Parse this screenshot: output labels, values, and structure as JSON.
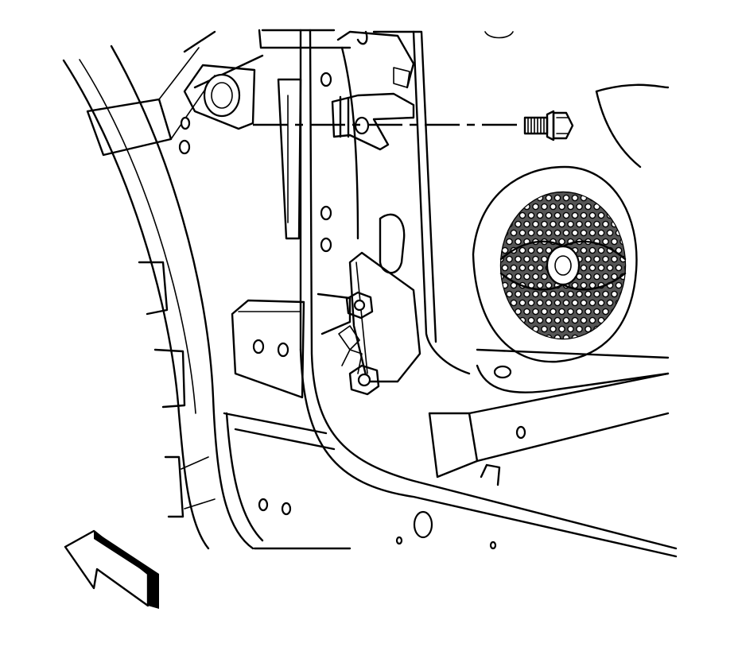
{
  "diagram": {
    "kind": "service-illustration",
    "components": [
      {
        "id": "door-frame",
        "icon": "door-frame-outline"
      },
      {
        "id": "speaker-grille",
        "icon": "speaker-grille-icon"
      },
      {
        "id": "hinge-bracket",
        "icon": "bracket-icon"
      },
      {
        "id": "bolt",
        "icon": "bolt-icon"
      },
      {
        "id": "nut-upper",
        "icon": "hex-nut-icon"
      },
      {
        "id": "nut-lower",
        "icon": "hex-nut-icon"
      },
      {
        "id": "front-arrow",
        "icon": "vehicle-front-arrow-icon"
      }
    ],
    "colors": {
      "line": "#000000",
      "background": "#ffffff"
    }
  }
}
